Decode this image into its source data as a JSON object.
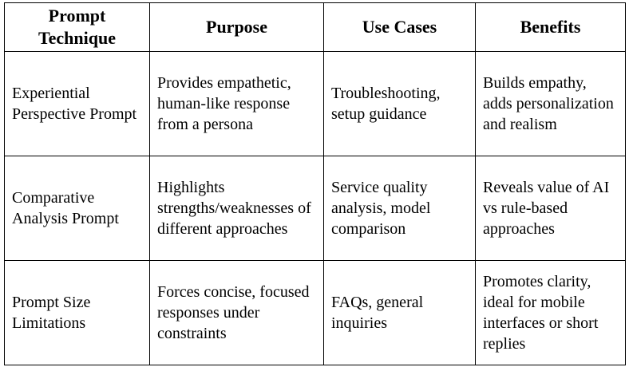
{
  "table": {
    "headers": [
      "Prompt Technique",
      "Purpose",
      "Use Cases",
      "Benefits"
    ],
    "rows": [
      {
        "technique": "Experiential Perspective Prompt",
        "purpose": "Provides empathetic, human-like response from a persona",
        "use_cases": "Troubleshooting, setup guidance",
        "benefits": "Builds empathy, adds personalization and realism"
      },
      {
        "technique": "Comparative Analysis Prompt",
        "purpose": "Highlights strengths/weaknesses of different approaches",
        "use_cases": "Service quality analysis, model comparison",
        "benefits": "Reveals value of AI vs rule-based approaches"
      },
      {
        "technique": "Prompt Size Limitations",
        "purpose": "Forces concise, focused responses under constraints",
        "use_cases": "FAQs, general inquiries",
        "benefits": "Promotes clarity, ideal for mobile interfaces or short replies"
      }
    ]
  }
}
